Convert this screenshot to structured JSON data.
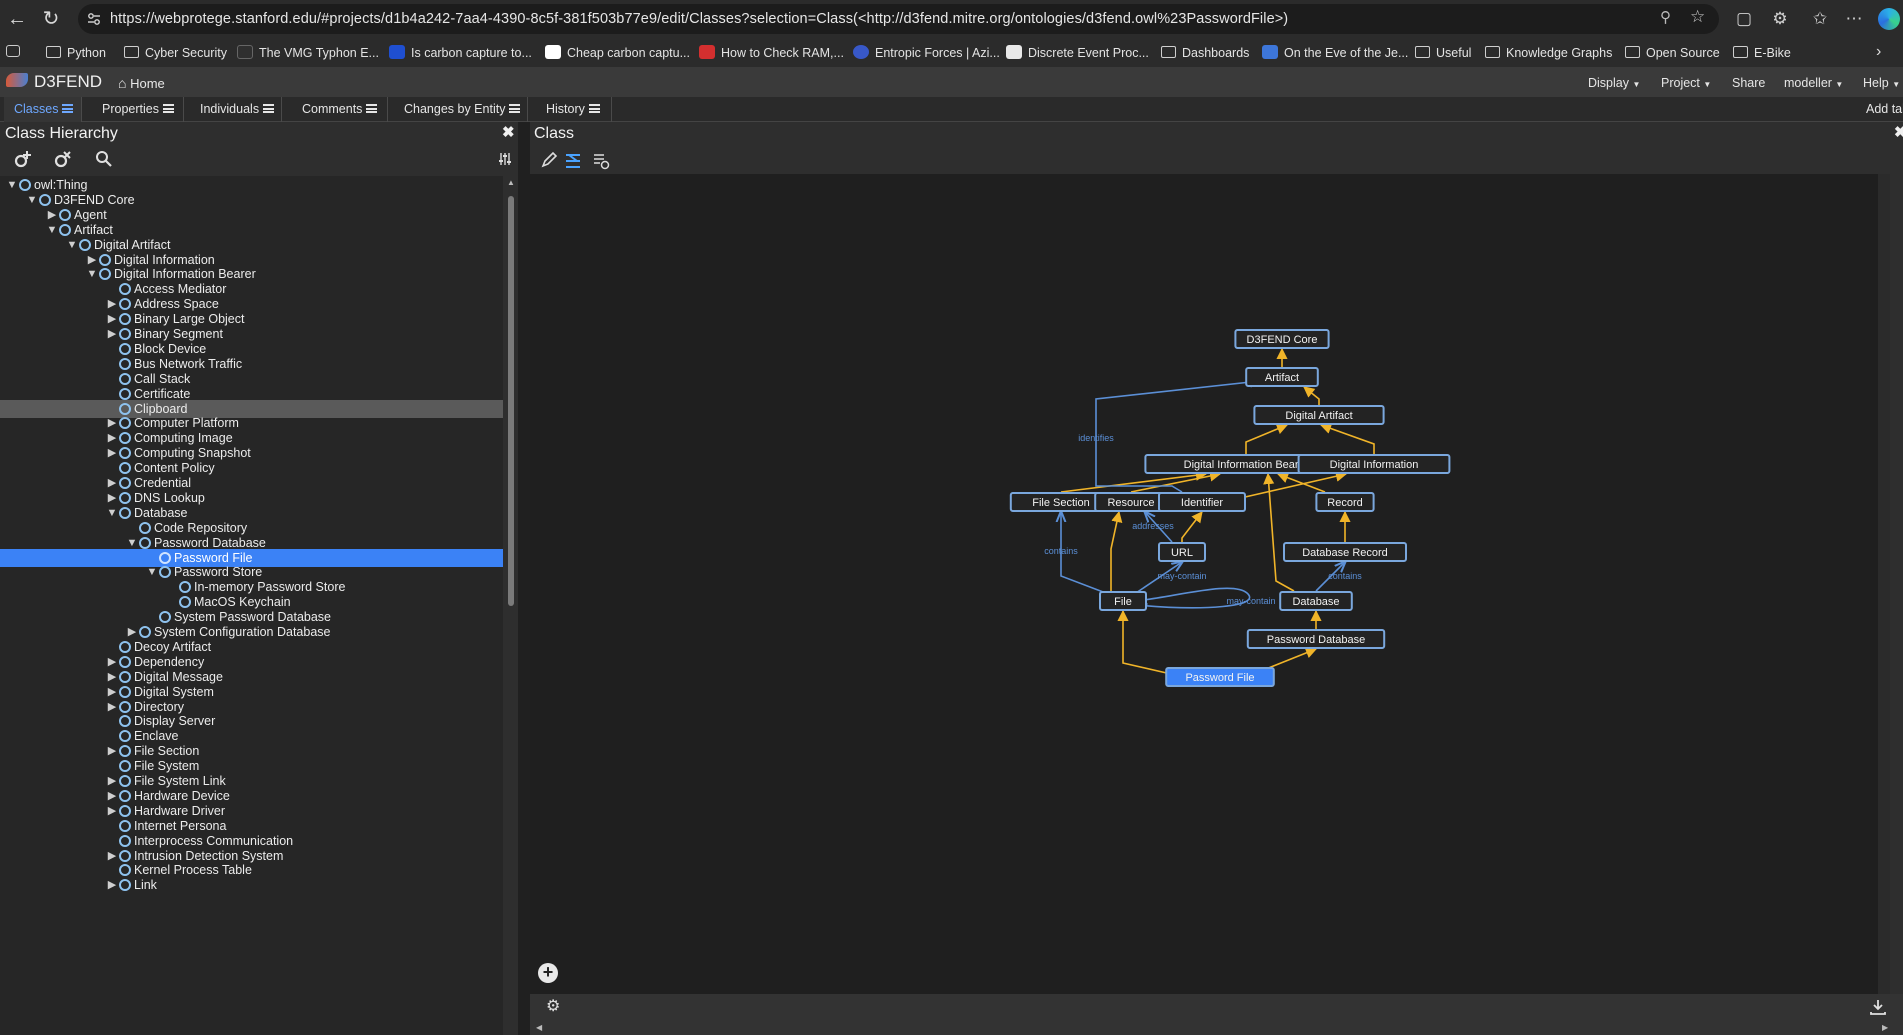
{
  "browser": {
    "url": "https://webprotege.stanford.edu/#projects/d1b4a242-7aa4-4390-8c5f-381f503b77e9/edit/Classes?selection=Class(<http://d3fend.mitre.org/ontologies/d3fend.owl%23PasswordFile>)",
    "bookmarks": [
      "Python",
      "Cyber Security",
      "The VMG Typhon E...",
      "Is carbon capture to...",
      "Cheap carbon captu...",
      "How to Check RAM,...",
      "Entropic Forces | Azi...",
      "Discrete Event Proc...",
      "Dashboards",
      "On the Eve of the Je...",
      "Useful",
      "Knowledge Graphs",
      "Open Source",
      "E-Bike"
    ]
  },
  "app": {
    "brand": "D3FEND",
    "home": "Home",
    "menu": [
      "Display",
      "Project",
      "Share",
      "modeller",
      "Help"
    ]
  },
  "tabs": [
    "Classes",
    "Properties",
    "Individuals",
    "Comments",
    "Changes by Entity",
    "History"
  ],
  "add_tab": "Add tal",
  "left_panel": {
    "title": "Class Hierarchy",
    "tree": [
      {
        "label": "owl:Thing",
        "depth": 0,
        "toggle": "open"
      },
      {
        "label": "D3FEND Core",
        "depth": 1,
        "toggle": "open"
      },
      {
        "label": "Agent",
        "depth": 2,
        "toggle": "closed"
      },
      {
        "label": "Artifact",
        "depth": 2,
        "toggle": "open"
      },
      {
        "label": "Digital Artifact",
        "depth": 3,
        "toggle": "open"
      },
      {
        "label": "Digital Information",
        "depth": 4,
        "toggle": "closed"
      },
      {
        "label": "Digital Information Bearer",
        "depth": 4,
        "toggle": "open"
      },
      {
        "label": "Access Mediator",
        "depth": 5,
        "toggle": "none"
      },
      {
        "label": "Address Space",
        "depth": 5,
        "toggle": "closed"
      },
      {
        "label": "Binary Large Object",
        "depth": 5,
        "toggle": "closed"
      },
      {
        "label": "Binary Segment",
        "depth": 5,
        "toggle": "closed"
      },
      {
        "label": "Block Device",
        "depth": 5,
        "toggle": "none"
      },
      {
        "label": "Bus Network Traffic",
        "depth": 5,
        "toggle": "none"
      },
      {
        "label": "Call Stack",
        "depth": 5,
        "toggle": "none"
      },
      {
        "label": "Certificate",
        "depth": 5,
        "toggle": "none"
      },
      {
        "label": "Clipboard",
        "depth": 5,
        "toggle": "none",
        "state": "hover"
      },
      {
        "label": "Computer Platform",
        "depth": 5,
        "toggle": "closed"
      },
      {
        "label": "Computing Image",
        "depth": 5,
        "toggle": "closed"
      },
      {
        "label": "Computing Snapshot",
        "depth": 5,
        "toggle": "closed"
      },
      {
        "label": "Content Policy",
        "depth": 5,
        "toggle": "none"
      },
      {
        "label": "Credential",
        "depth": 5,
        "toggle": "closed"
      },
      {
        "label": "DNS Lookup",
        "depth": 5,
        "toggle": "closed"
      },
      {
        "label": "Database",
        "depth": 5,
        "toggle": "open"
      },
      {
        "label": "Code Repository",
        "depth": 6,
        "toggle": "none"
      },
      {
        "label": "Password Database",
        "depth": 6,
        "toggle": "open"
      },
      {
        "label": "Password File",
        "depth": 7,
        "toggle": "none",
        "state": "selected"
      },
      {
        "label": "Password Store",
        "depth": 7,
        "toggle": "open"
      },
      {
        "label": "In-memory Password Store",
        "depth": 8,
        "toggle": "none"
      },
      {
        "label": "MacOS Keychain",
        "depth": 8,
        "toggle": "none"
      },
      {
        "label": "System Password Database",
        "depth": 7,
        "toggle": "none"
      },
      {
        "label": "System Configuration Database",
        "depth": 6,
        "toggle": "closed"
      },
      {
        "label": "Decoy Artifact",
        "depth": 5,
        "toggle": "none"
      },
      {
        "label": "Dependency",
        "depth": 5,
        "toggle": "closed"
      },
      {
        "label": "Digital Message",
        "depth": 5,
        "toggle": "closed"
      },
      {
        "label": "Digital System",
        "depth": 5,
        "toggle": "closed"
      },
      {
        "label": "Directory",
        "depth": 5,
        "toggle": "closed"
      },
      {
        "label": "Display Server",
        "depth": 5,
        "toggle": "none"
      },
      {
        "label": "Enclave",
        "depth": 5,
        "toggle": "none"
      },
      {
        "label": "File Section",
        "depth": 5,
        "toggle": "closed"
      },
      {
        "label": "File System",
        "depth": 5,
        "toggle": "none"
      },
      {
        "label": "File System Link",
        "depth": 5,
        "toggle": "closed"
      },
      {
        "label": "Hardware Device",
        "depth": 5,
        "toggle": "closed"
      },
      {
        "label": "Hardware Driver",
        "depth": 5,
        "toggle": "closed"
      },
      {
        "label": "Internet Persona",
        "depth": 5,
        "toggle": "none"
      },
      {
        "label": "Interprocess Communication",
        "depth": 5,
        "toggle": "none"
      },
      {
        "label": "Intrusion Detection System",
        "depth": 5,
        "toggle": "closed"
      },
      {
        "label": "Kernel Process Table",
        "depth": 5,
        "toggle": "none"
      },
      {
        "label": "Link",
        "depth": 5,
        "toggle": "closed"
      }
    ]
  },
  "right_panel": {
    "title": "Class",
    "graph": {
      "nodes": {
        "d3fend_core": "D3FEND Core",
        "artifact": "Artifact",
        "digital_artifact": "Digital Artifact",
        "dib": "Digital Information Bearer",
        "digital_information": "Digital Information",
        "file_section": "File Section",
        "resource": "Resource",
        "identifier": "Identifier",
        "record": "Record",
        "url": "URL",
        "database_record": "Database Record",
        "file": "File",
        "database": "Database",
        "password_database": "Password Database",
        "password_file": "Password File"
      },
      "edge_labels": {
        "identifies": "identifies",
        "addresses": "addresses",
        "contains": "contains",
        "may_contain": "may-contain"
      }
    }
  },
  "colors": {
    "accent": "#3b82f6",
    "subclass_edge": "#f0b429",
    "relation_edge": "#5b8fd6",
    "node_border": "#7aa7dd"
  }
}
